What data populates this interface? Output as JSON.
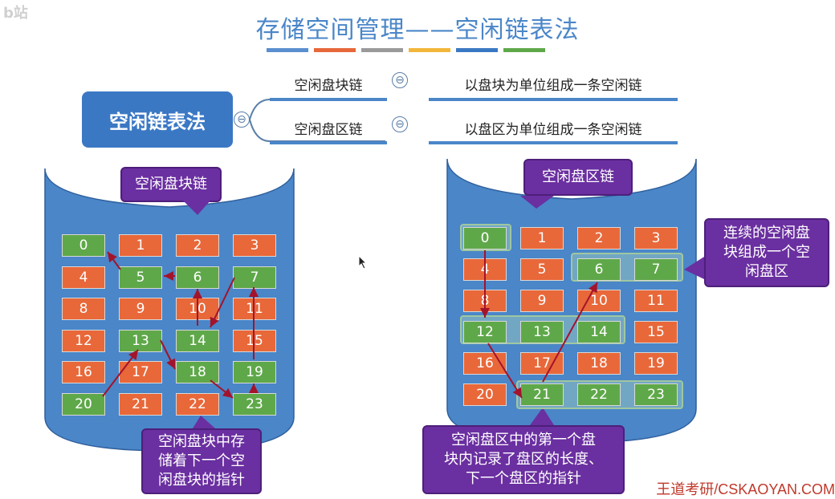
{
  "watermark": "b站",
  "title": "存储空间管理——空闲链表法",
  "title_bar_colors": [
    "#5a8fd0",
    "#e8683a",
    "#9a9a9a",
    "#f2b73a",
    "#3b78c4",
    "#5fa84a"
  ],
  "mindmap": {
    "root": "空闲链表法",
    "collapse_symbol": "⊖",
    "branches": [
      {
        "label": "空闲盘块链",
        "desc": "以盘块为单位组成一条空闲链"
      },
      {
        "label": "空闲盘区链",
        "desc": "以盘区为单位组成一条空闲链"
      }
    ]
  },
  "left_panel": {
    "title": "空闲盘块链",
    "free_blocks": [
      0,
      5,
      6,
      7,
      13,
      14,
      18,
      19,
      20,
      23
    ],
    "blocks": [
      "0",
      "1",
      "2",
      "3",
      "4",
      "5",
      "6",
      "7",
      "8",
      "9",
      "10",
      "11",
      "12",
      "13",
      "14",
      "15",
      "16",
      "17",
      "18",
      "19",
      "20",
      "21",
      "22",
      "23"
    ],
    "note": [
      "空闲盘块中存",
      "储着下一个空",
      "闲盘块的指针"
    ]
  },
  "right_panel": {
    "title": "空闲盘区链",
    "free_blocks": [
      0,
      6,
      7,
      12,
      13,
      14,
      21,
      22,
      23
    ],
    "blocks": [
      "0",
      "1",
      "2",
      "3",
      "4",
      "5",
      "6",
      "7",
      "8",
      "9",
      "10",
      "11",
      "12",
      "13",
      "14",
      "15",
      "16",
      "17",
      "18",
      "19",
      "20",
      "21",
      "22",
      "23"
    ],
    "side_note": [
      "连续的空闲盘",
      "块组成一个空",
      "闲盘区"
    ],
    "note": [
      "空闲盘区中的第一个盘",
      "块内记录了盘区的长度、",
      "下一个盘区的指针"
    ]
  },
  "colors": {
    "free": "#5fa84a",
    "used": "#e8683a",
    "cylinder": "#4a86c8",
    "callout": "#6a2fa0",
    "arrow": "#a3132b"
  },
  "footer": "王道考研/CSKAOYAN.COM"
}
